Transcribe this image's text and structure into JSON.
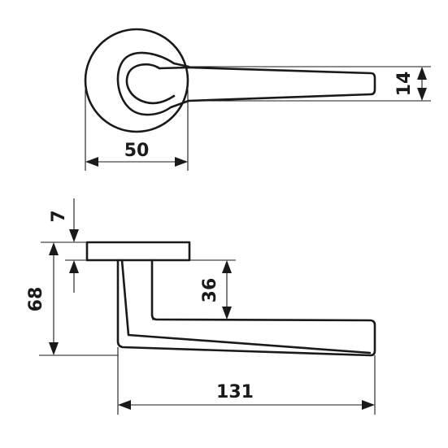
{
  "dimensions": {
    "rose_diameter": "50",
    "lever_height": "14",
    "rose_thickness": "7",
    "overall_height": "68",
    "lever_offset": "36",
    "lever_length": "131"
  }
}
